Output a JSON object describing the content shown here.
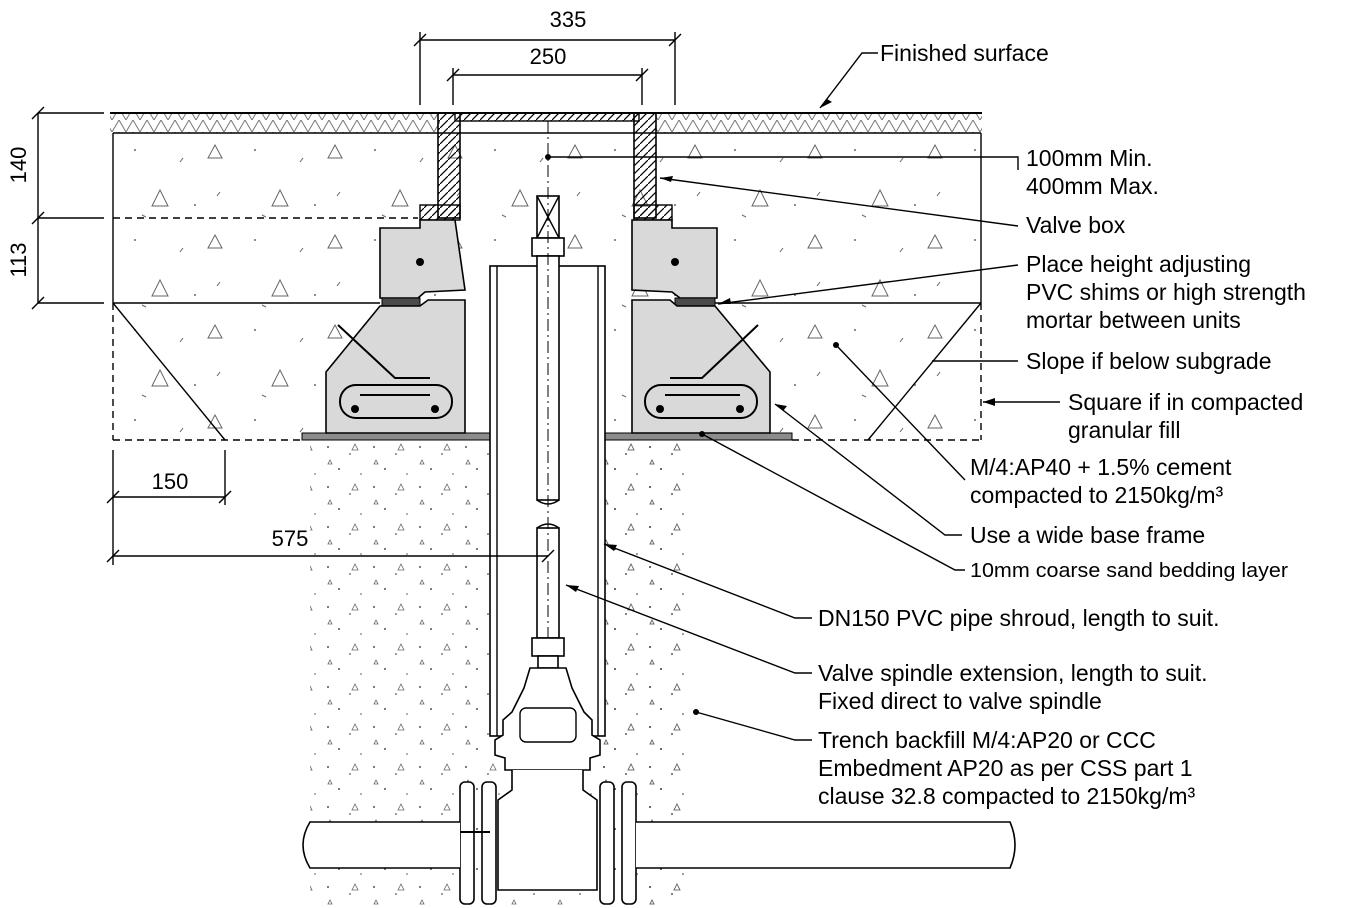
{
  "dimensions": {
    "box_outer": "335",
    "box_inner": "250",
    "depth_upper": "140",
    "depth_lower": "113",
    "offset_small": "150",
    "offset_large": "575"
  },
  "callouts": {
    "finished_surface": "Finished surface",
    "min_max_line1": "100mm Min.",
    "min_max_line2": "400mm Max.",
    "valve_box": "Valve box",
    "shims_line1": "Place height adjusting",
    "shims_line2": "PVC shims or high strength",
    "shims_line3": "mortar between units",
    "slope": "Slope if below subgrade",
    "square_line1": "Square if in compacted",
    "square_line2": "granular fill",
    "basecourse_line1": "M/4:AP40 + 1.5% cement",
    "basecourse_line2": "compacted to 2150kg/m³",
    "base_frame": "Use a wide base frame",
    "sand_bedding": "10mm coarse sand bedding layer",
    "pipe_shroud": "DN150 PVC pipe shroud, length to suit.",
    "spindle_line1": "Valve spindle extension, length to suit.",
    "spindle_line2": "Fixed direct to valve spindle",
    "backfill_line1": "Trench backfill M/4:AP20 or CCC",
    "backfill_line2": "Embedment AP20 as per CSS part 1",
    "backfill_line3": "clause 32.8 compacted to 2150kg/m³"
  }
}
